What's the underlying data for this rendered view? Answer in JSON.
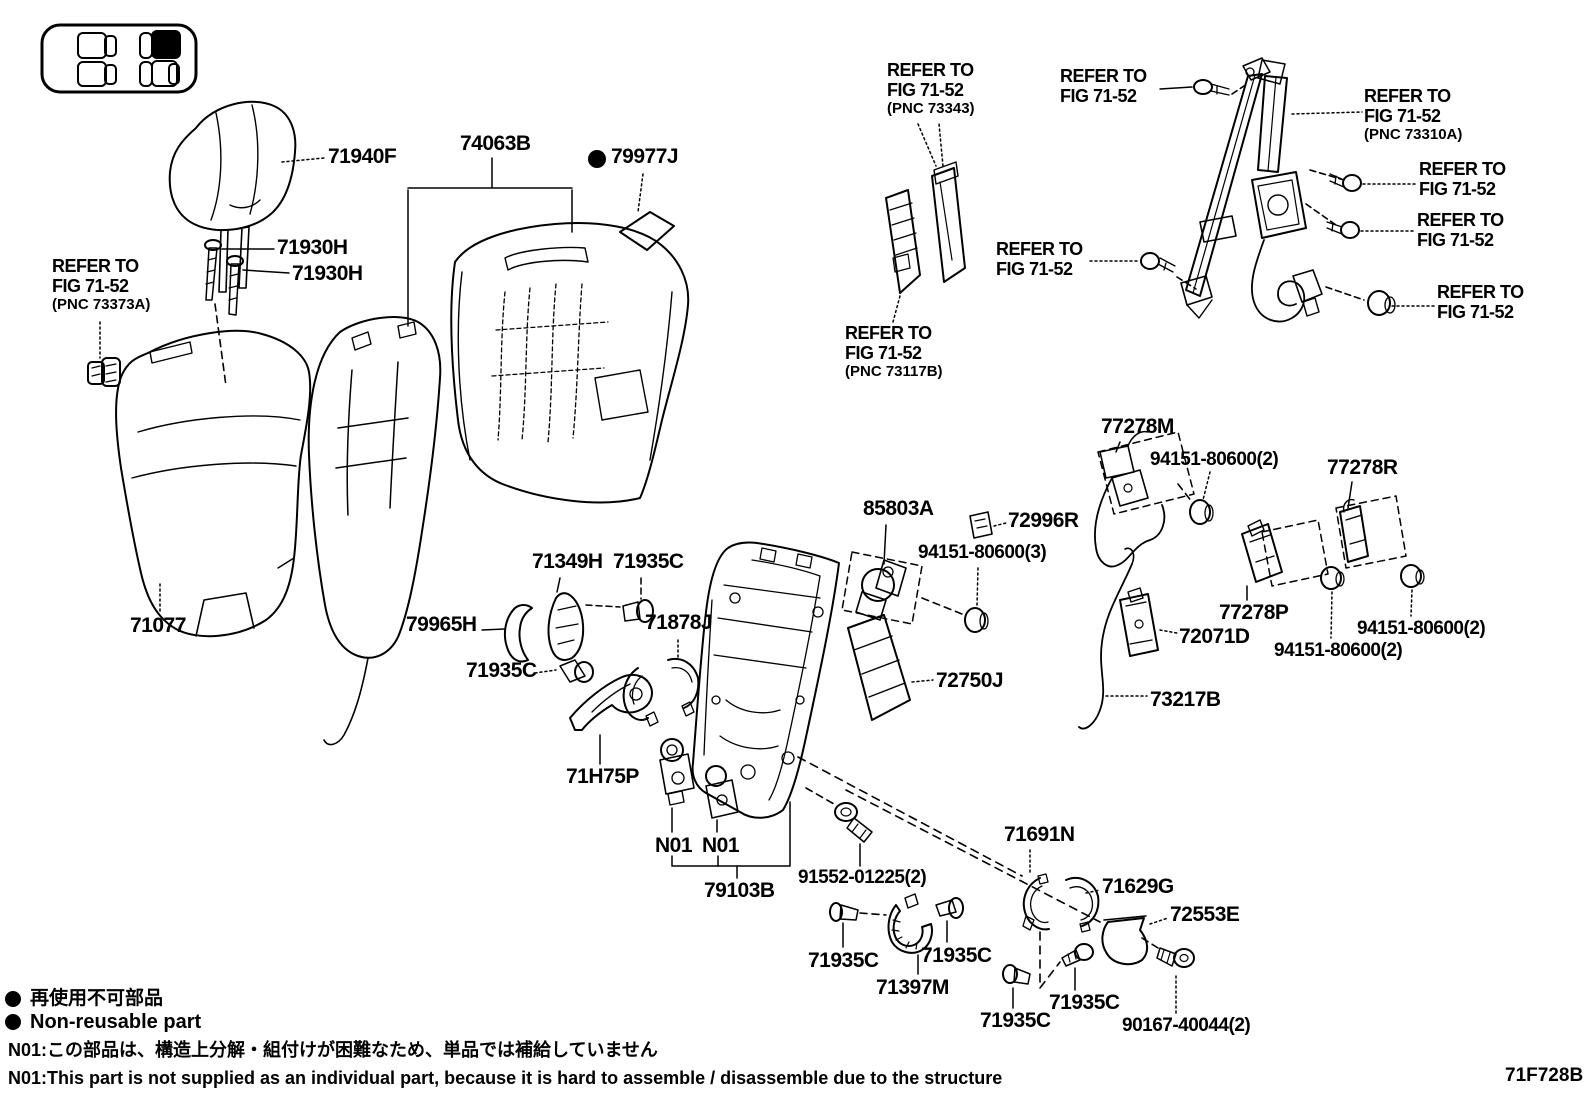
{
  "figure": {
    "code": "71F728B"
  },
  "vehicle_map": {
    "highlighted_seat": "front-right-backrest"
  },
  "parts": [
    {
      "label": "71940F"
    },
    {
      "label": "74063B"
    },
    {
      "label": "79977J"
    },
    {
      "label": "71930H"
    },
    {
      "label": "71930H"
    },
    {
      "label": "71077"
    },
    {
      "label": "79965H"
    },
    {
      "label": "71349H"
    },
    {
      "label": "71935C"
    },
    {
      "label": "71935C"
    },
    {
      "label": "71878J"
    },
    {
      "label": "71H75P"
    },
    {
      "label": "N01"
    },
    {
      "label": "N01"
    },
    {
      "label": "79103B"
    },
    {
      "label": "91552-01225(2)"
    },
    {
      "label": "85803A"
    },
    {
      "label": "72996R"
    },
    {
      "label": "94151-80600(3)"
    },
    {
      "label": "72750J"
    },
    {
      "label": "77278M"
    },
    {
      "label": "94151-80600(2)"
    },
    {
      "label": "77278R"
    },
    {
      "label": "77278P"
    },
    {
      "label": "72071D"
    },
    {
      "label": "94151-80600(2)"
    },
    {
      "label": "94151-80600(2)"
    },
    {
      "label": "73217B"
    },
    {
      "label": "71691N"
    },
    {
      "label": "71629G"
    },
    {
      "label": "72553E"
    },
    {
      "label": "71935C"
    },
    {
      "label": "71935C"
    },
    {
      "label": "71397M"
    },
    {
      "label": "71935C"
    },
    {
      "label": "71935C"
    },
    {
      "label": "90167-40044(2)"
    }
  ],
  "refer_notes": [
    {
      "text": "REFER TO\nFIG 71-52",
      "pnc": "(PNC 73343)"
    },
    {
      "text": "REFER TO\nFIG 71-52",
      "pnc": ""
    },
    {
      "text": "REFER TO\nFIG 71-52",
      "pnc": "(PNC 73310A)"
    },
    {
      "text": "REFER TO\nFIG 71-52",
      "pnc": ""
    },
    {
      "text": "REFER TO\nFIG 71-52",
      "pnc": ""
    },
    {
      "text": "REFER TO\nFIG 71-52",
      "pnc": ""
    },
    {
      "text": "REFER TO\nFIG 71-52",
      "pnc": ""
    },
    {
      "text": "REFER TO\nFIG 71-52",
      "pnc": "(PNC 73117B)"
    },
    {
      "text": "REFER TO\nFIG 71-52",
      "pnc": "(PNC 73373A)"
    }
  ],
  "legend": {
    "non_reusable_jp": "再使用不可部品",
    "non_reusable_en": "Non-reusable part",
    "note_jp": "N01:この部品は、構造上分解・組付けが困難なため、単品では補給していません",
    "note_en": "N01:This part is not supplied as an individual part, because it is hard to assemble / disassemble due to the structure"
  }
}
